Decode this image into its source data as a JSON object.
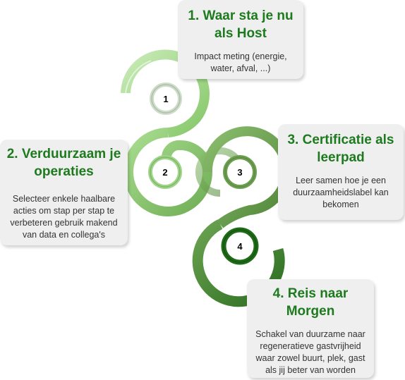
{
  "steps": [
    {
      "number": "1",
      "title": "1. Waar sta je nu als Host",
      "description": "Impact meting (energie, water, afval, ...)"
    },
    {
      "number": "2",
      "title": "2. Verduurzaam je operaties",
      "description": "Selecteer enkele haalbare acties om stap per stap te verbeteren gebruik makend van data en collega's"
    },
    {
      "number": "3",
      "title": "3. Certificatie als leerpad",
      "description": "Leer samen hoe je een duurzaamheidslabel kan bekomen"
    },
    {
      "number": "4",
      "title": "4. Reis naar Morgen",
      "description": "Schakel van duurzame naar regeneratieve gastvrijheid waar zowel buurt, plek, gast als jij beter van worden"
    }
  ],
  "colors": {
    "step1": "#9fd58a",
    "step2": "#8fc873",
    "step3": "#6e9e52",
    "step4": "#2f7a26",
    "title_text": "#1e7a1e"
  }
}
